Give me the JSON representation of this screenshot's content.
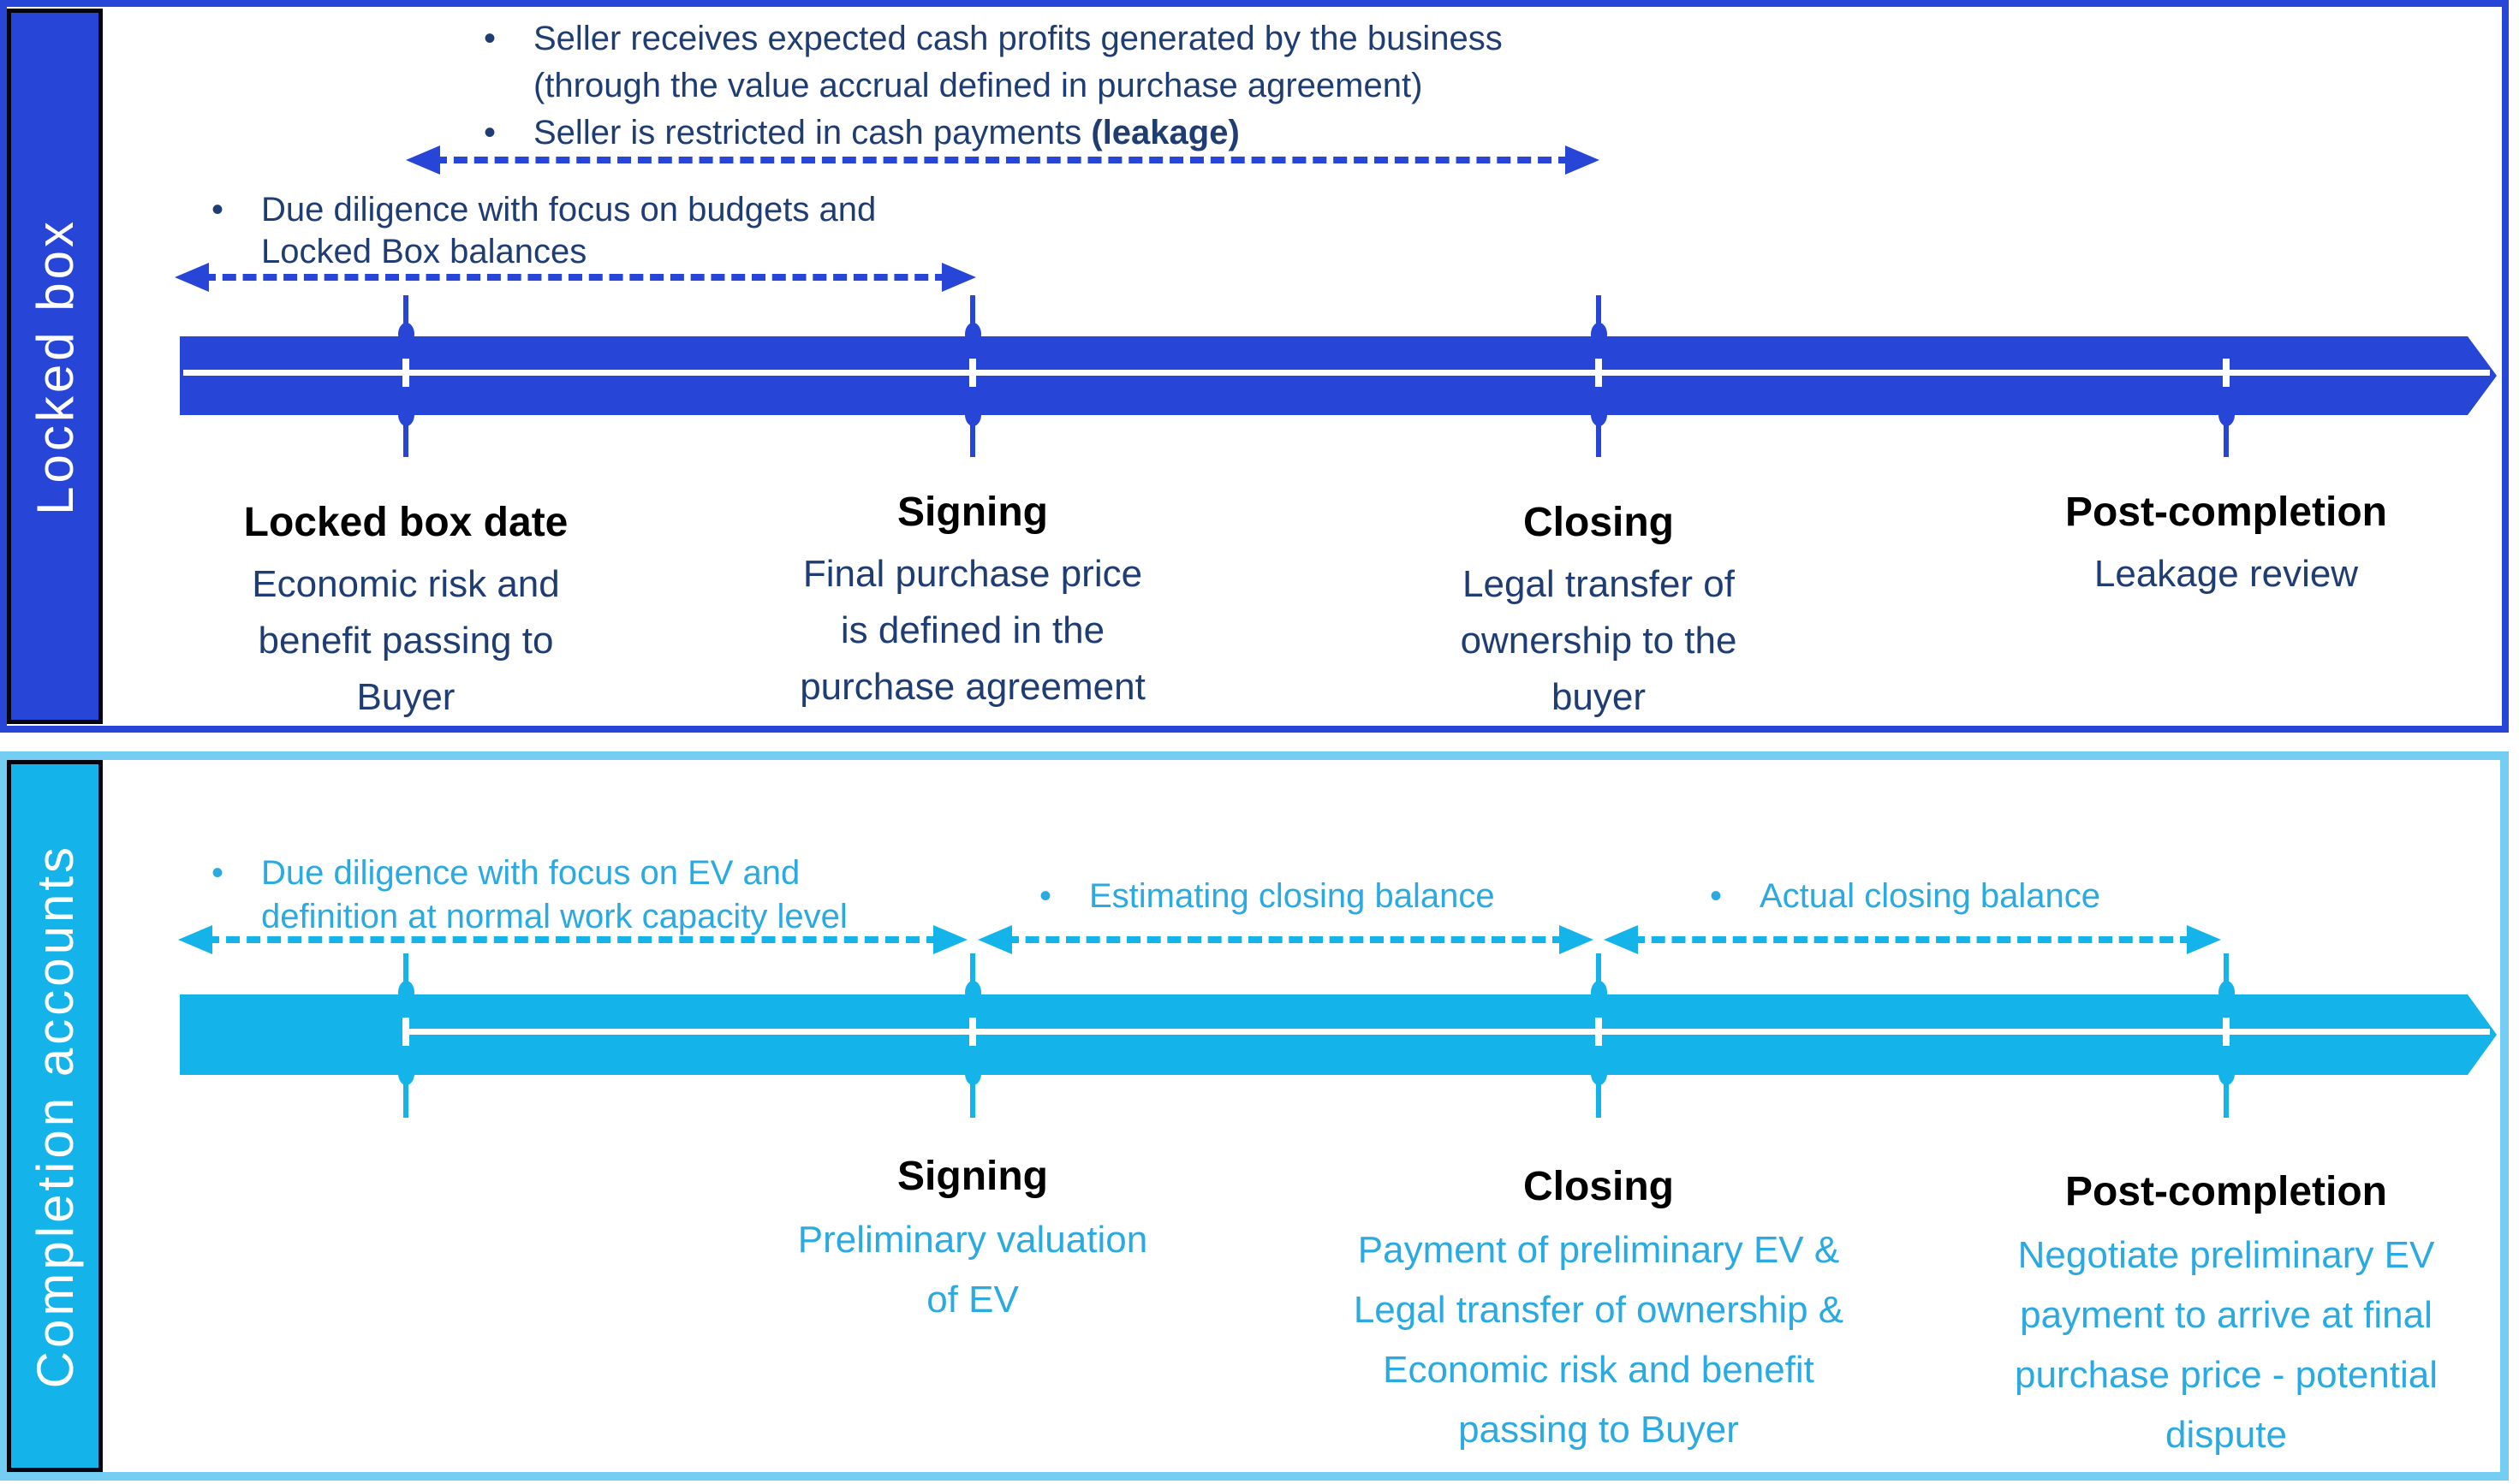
{
  "colors": {
    "royal_blue": "#2746D8",
    "navy_text": "#1F3D73",
    "cyan": "#14B4EB",
    "cyan_text": "#2AAAE1",
    "cyan_panel_border": "#74CEF3",
    "heading_black": "#000000",
    "label_text_white": "#ffffff"
  },
  "glyphs": {
    "bullet": "•"
  },
  "locked_box": {
    "label": "Locked box",
    "bullets_seller": {
      "b1_line1": "Seller receives expected cash profits generated by the business",
      "b1_line2": "(through the value accrual defined in purchase agreement)",
      "b2_text": "Seller is restricted in cash payments ",
      "b2_bold": "(leakage)"
    },
    "bullets_dd": {
      "line1": "Due diligence with focus on budgets and",
      "line2": "Locked Box balances"
    },
    "milestones": [
      {
        "title": "Locked box date",
        "desc": [
          "Economic risk and",
          "benefit passing to",
          "Buyer"
        ]
      },
      {
        "title": "Signing",
        "desc": [
          "Final purchase price",
          "is defined in the",
          "purchase agreement"
        ]
      },
      {
        "title": "Closing",
        "desc": [
          "Legal transfer of",
          "ownership to the",
          "buyer"
        ]
      },
      {
        "title": "Post-completion",
        "desc": [
          "Leakage review"
        ]
      }
    ]
  },
  "completion_accounts": {
    "label": "Completion accounts",
    "bullet_dd": {
      "line1": "Due diligence with focus on EV and",
      "line2": "definition at normal work capacity level"
    },
    "bullet_estimating": "Estimating closing balance",
    "bullet_actual": "Actual closing balance",
    "milestones": [
      {
        "title": "Signing",
        "desc": [
          "Preliminary valuation",
          "of EV"
        ]
      },
      {
        "title": "Closing",
        "desc": [
          "Payment of preliminary EV &",
          "Legal transfer of ownership &",
          "Economic risk and benefit",
          "passing to Buyer"
        ]
      },
      {
        "title": "Post-completion",
        "desc": [
          "Negotiate preliminary EV",
          "payment to arrive at final",
          "purchase price - potential",
          "dispute"
        ]
      }
    ]
  }
}
